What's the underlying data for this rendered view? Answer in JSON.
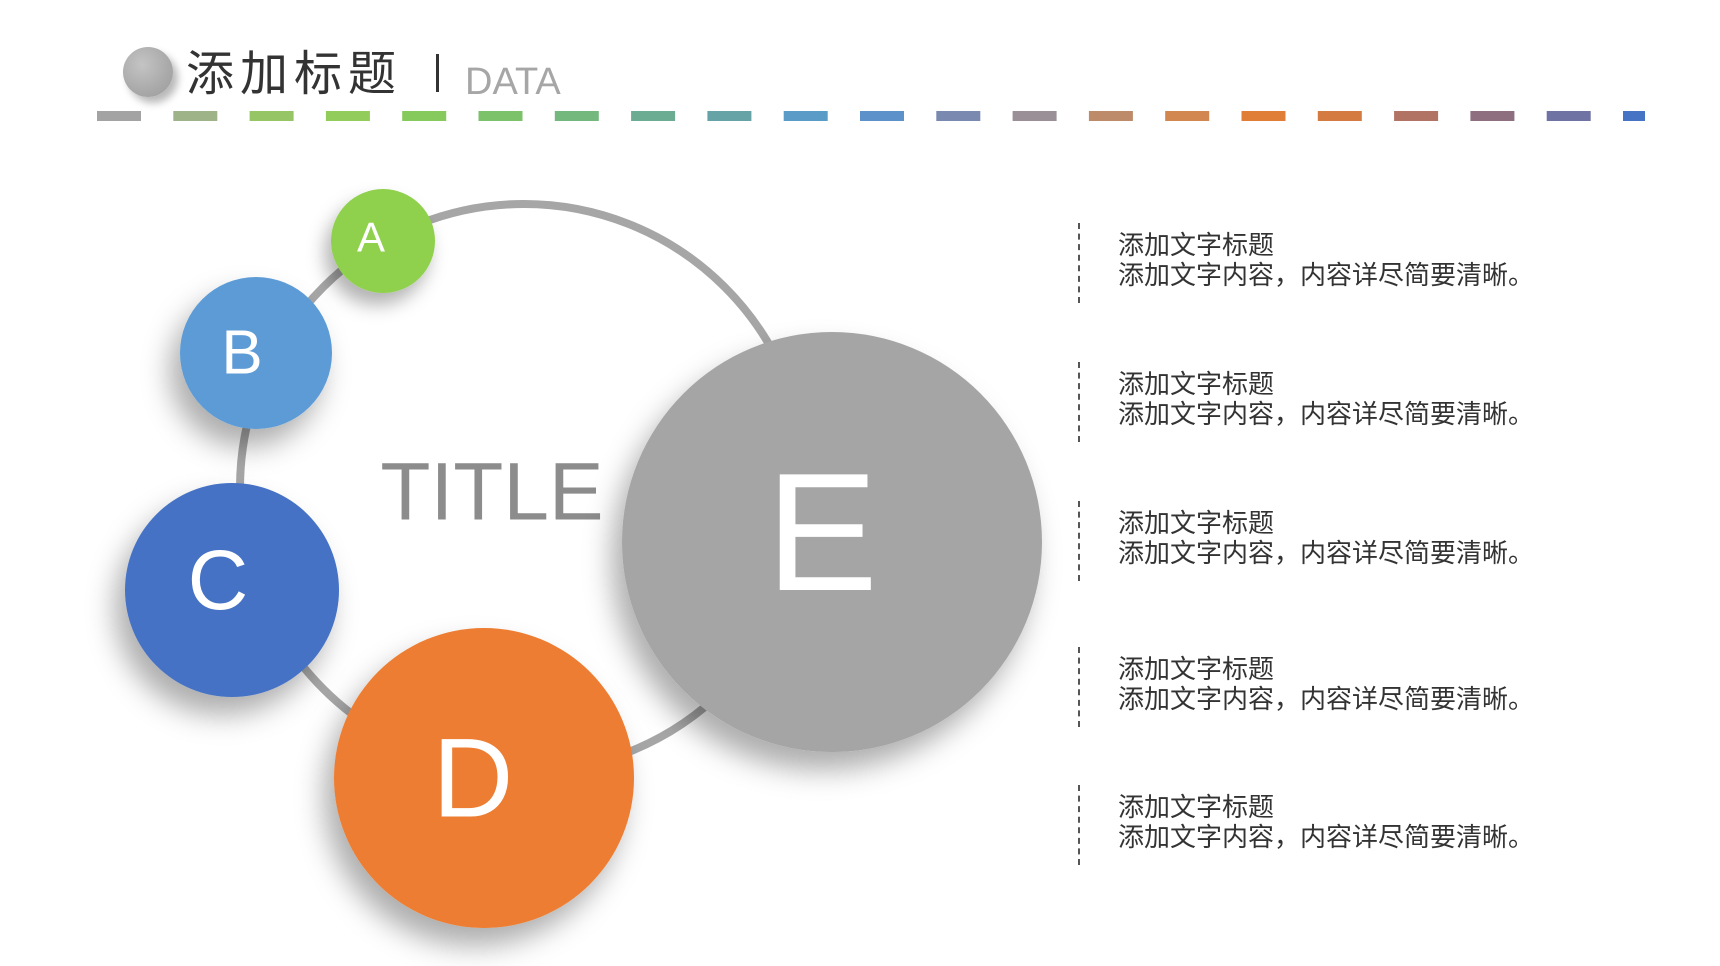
{
  "header": {
    "title": "添加标题",
    "separator": "|",
    "subtitle": "DATA",
    "dash_colors": [
      "#a3a3a3",
      "#9eb488",
      "#96c566",
      "#92cc5a",
      "#86c95c",
      "#7cc26a",
      "#74b87e",
      "#6cac92",
      "#66a3a6",
      "#5b9bc7",
      "#5d91c9",
      "#7a89b0",
      "#9a8f96",
      "#bd8a6a",
      "#d28750",
      "#e07d36",
      "#d37b40",
      "#b17364",
      "#8d6f80",
      "#6f73a3",
      "#4773c4"
    ]
  },
  "diagram": {
    "center_title": "TITLE",
    "ring_color": "#a6a6a6",
    "circles": [
      {
        "label": "A",
        "color": "#8fd04e"
      },
      {
        "label": "B",
        "color": "#5b9bd5"
      },
      {
        "label": "C",
        "color": "#4472c4"
      },
      {
        "label": "D",
        "color": "#ed7d31"
      },
      {
        "label": "E",
        "color": "#a5a5a5"
      }
    ]
  },
  "items": [
    {
      "title": "添加文字标题",
      "body": "添加文字内容，内容详尽简要清晰。"
    },
    {
      "title": "添加文字标题",
      "body": "添加文字内容，内容详尽简要清晰。"
    },
    {
      "title": "添加文字标题",
      "body": "添加文字内容，内容详尽简要清晰。"
    },
    {
      "title": "添加文字标题",
      "body": "添加文字内容，内容详尽简要清晰。"
    },
    {
      "title": "添加文字标题",
      "body": "添加文字内容，内容详尽简要清晰。"
    }
  ]
}
